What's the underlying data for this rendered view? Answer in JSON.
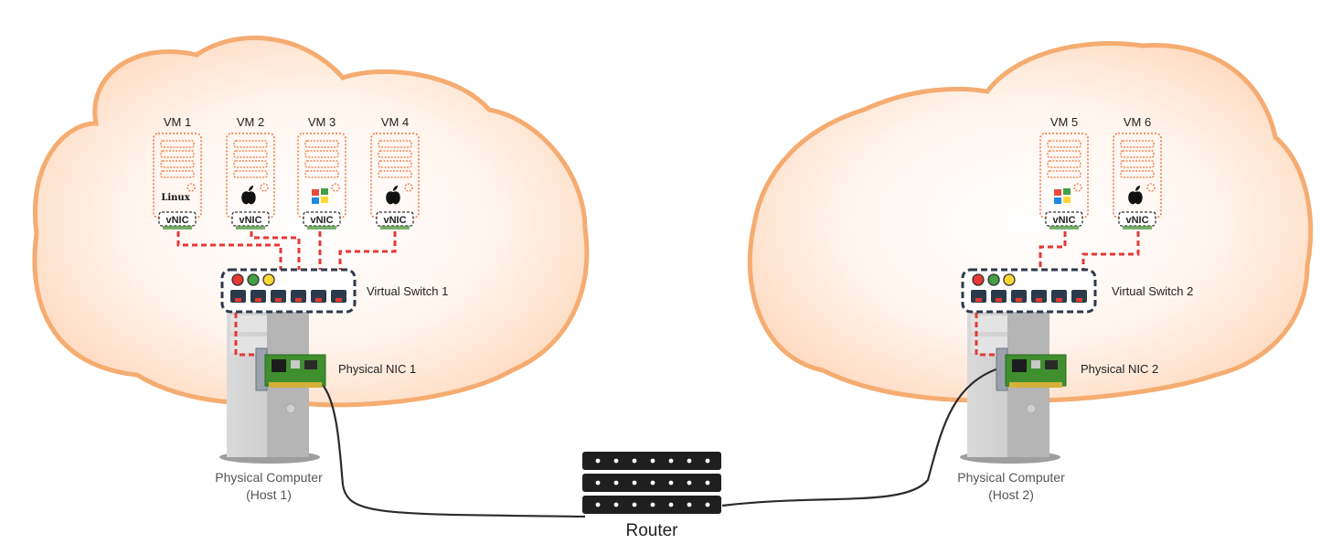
{
  "host1": {
    "vms": [
      {
        "label": "VM 1",
        "os": "linux",
        "os_text": "Linux",
        "nic": "vNIC"
      },
      {
        "label": "VM 2",
        "os": "apple",
        "nic": "vNIC"
      },
      {
        "label": "VM 3",
        "os": "windows",
        "nic": "vNIC"
      },
      {
        "label": "VM 4",
        "os": "apple",
        "nic": "vNIC"
      }
    ],
    "switch_label": "Virtual Switch 1",
    "nic_label": "Physical NIC 1",
    "computer_label": [
      "Physical Computer",
      "(Host 1)"
    ]
  },
  "host2": {
    "vms": [
      {
        "label": "VM 5",
        "os": "windows",
        "nic": "vNIC"
      },
      {
        "label": "VM 6",
        "os": "apple",
        "nic": "vNIC"
      }
    ],
    "switch_label": "Virtual Switch 2",
    "nic_label": "Physical NIC 2",
    "computer_label": [
      "Physical Computer",
      "(Host 2)"
    ]
  },
  "router_label": "Router",
  "colors": {
    "cloud_fill": "#ffe9d8",
    "cloud_stroke": "#f5a86a",
    "dashed_link": "#e53935",
    "switch_border": "#2e3a4a",
    "cable": "#2b2b2b",
    "nic_board": "#3f8f2f",
    "led_red": "#e53935",
    "led_green": "#43a047",
    "led_yellow": "#fdd835"
  }
}
